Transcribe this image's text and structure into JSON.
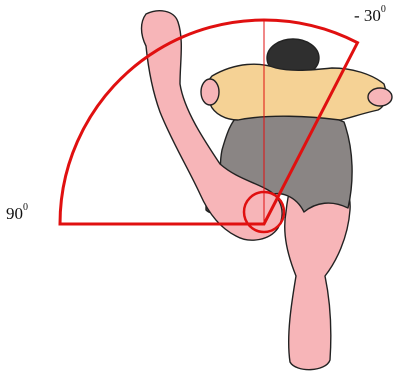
{
  "diagram": {
    "angle_max": {
      "value": "90",
      "unit": "0"
    },
    "angle_min": {
      "value": "- 30",
      "unit": "0"
    },
    "colors": {
      "arc": "#e01010",
      "skin": "#f7b5b8",
      "shirt": "#f5d295",
      "shorts": "#8a8584",
      "hair": "#2f2f2f",
      "outline": "#222222"
    }
  }
}
